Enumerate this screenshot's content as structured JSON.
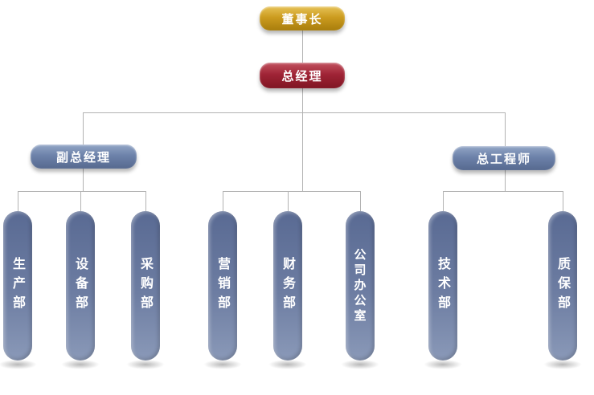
{
  "diagram": {
    "type": "org-chart",
    "colors": {
      "chairman_box": "#cc9c1f",
      "general_manager_box": "#a02436",
      "manager_boxes": "#6d82aa",
      "department_pills": "#6d7da2",
      "connector_line": "#b3b3b3",
      "text": "#ffffff"
    }
  },
  "org": {
    "chairman": {
      "label": "董事长"
    },
    "general_manager": {
      "label": "总经理"
    },
    "deputy_gm": {
      "label": "副总经理"
    },
    "chief_engineer": {
      "label": "总工程师"
    },
    "departments": [
      {
        "label": "生产部",
        "parent": "副总经理"
      },
      {
        "label": "设备部",
        "parent": "副总经理"
      },
      {
        "label": "采购部",
        "parent": "副总经理"
      },
      {
        "label": "营销部",
        "parent": "总经理"
      },
      {
        "label": "财务部",
        "parent": "总经理"
      },
      {
        "label": "公司办公室",
        "parent": "总经理"
      },
      {
        "label": "技术部",
        "parent": "总工程师"
      },
      {
        "label": "质保部",
        "parent": "总工程师"
      }
    ]
  }
}
